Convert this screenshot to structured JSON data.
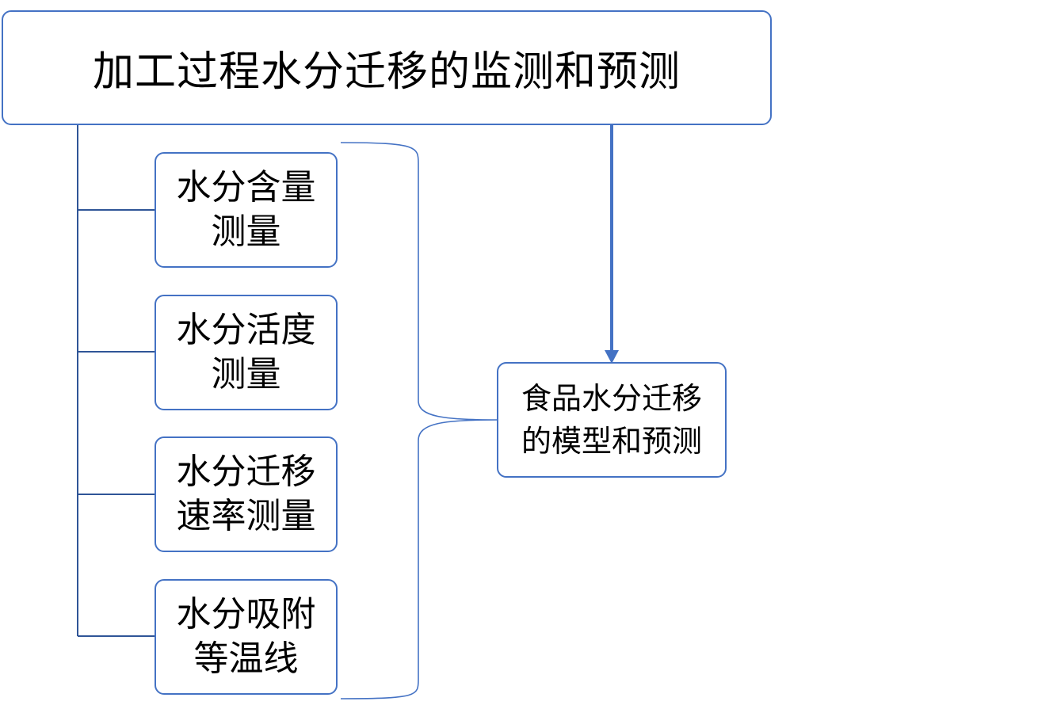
{
  "title": "加工过程水分迁移的监测和预测",
  "steps": [
    {
      "label": "水分含量测量"
    },
    {
      "label": "水分活度测量"
    },
    {
      "label": "水分迁移速率测量"
    },
    {
      "label": "水分吸附等温线"
    }
  ],
  "result": "食品水分迁移的模型和预测",
  "colors": {
    "border": "#4472c4",
    "connector": "#2f5597",
    "arrow": "#4472c4",
    "text": "#000000"
  }
}
